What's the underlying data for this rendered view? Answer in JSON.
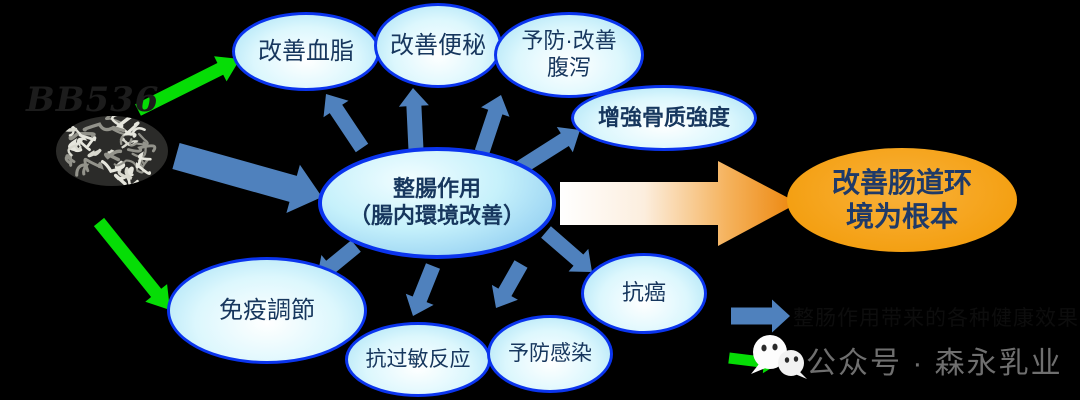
{
  "strain_label": "BB536",
  "center_bubble": {
    "line1": "整腸作用",
    "line2": "（腸内環境改善）"
  },
  "effect_bubbles": {
    "blood_lipid": {
      "label": "改善血脂"
    },
    "constipation": {
      "label": "改善便秘"
    },
    "diarrhea": {
      "line1": "予防·改善",
      "line2": "腹泻"
    },
    "bone_strength": {
      "label": "增強骨质強度"
    },
    "anticancer": {
      "label": "抗癌"
    },
    "infection_prevention": {
      "label": "予防感染"
    },
    "anti_allergy": {
      "label": "抗过敏反应"
    },
    "immune_regulation": {
      "label": "免疫調節"
    }
  },
  "conclusion_bubble": {
    "line1": "改善肠道环",
    "line2": "境为根本"
  },
  "legend": {
    "blue_arrow_text": "整肠作用带来的各种健康效果",
    "watermark_text": "公众号 · 森永乳业",
    "wechat_icon": "wechat-icon"
  },
  "colors": {
    "background": "#000000",
    "bubble_border": "#0a34ee",
    "bubble_text": "#17375e",
    "arrow_blue": "#4f81bd",
    "arrow_green": "#06dd06",
    "conclusion_fill": "#f4a013",
    "gradient_arrow_start": "#ffffff",
    "gradient_arrow_end": "#ec8408",
    "watermark_gray": "#6f6f6f"
  }
}
